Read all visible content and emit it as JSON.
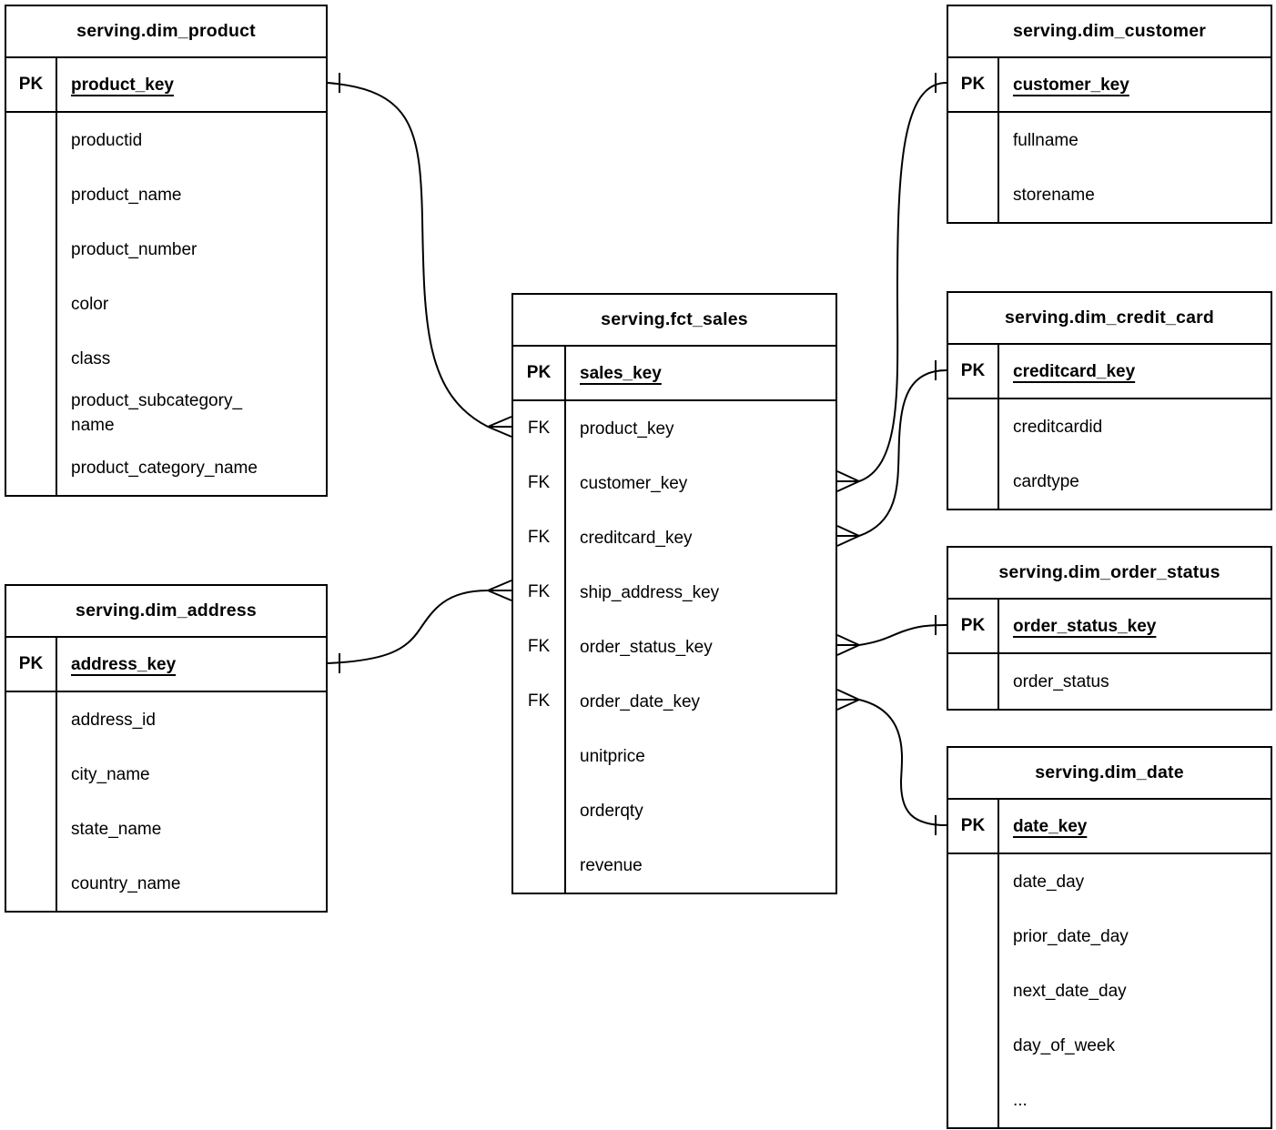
{
  "tables": [
    {
      "id": "dim_product",
      "title": "serving.dim_product",
      "pk_badge": "PK",
      "pk_field": "product_key",
      "fields": [
        {
          "key": "",
          "name": "productid"
        },
        {
          "key": "",
          "name": "product_name"
        },
        {
          "key": "",
          "name": "product_number"
        },
        {
          "key": "",
          "name": "color"
        },
        {
          "key": "",
          "name": "class"
        },
        {
          "key": "",
          "name": "product_subcategory_\nname"
        },
        {
          "key": "",
          "name": "product_category_name"
        }
      ]
    },
    {
      "id": "dim_customer",
      "title": "serving.dim_customer",
      "pk_badge": "PK",
      "pk_field": "customer_key",
      "fields": [
        {
          "key": "",
          "name": "fullname"
        },
        {
          "key": "",
          "name": "storename"
        }
      ]
    },
    {
      "id": "fct_sales",
      "title": "serving.fct_sales",
      "pk_badge": "PK",
      "pk_field": "sales_key",
      "fields": [
        {
          "key": "FK",
          "name": "product_key"
        },
        {
          "key": "FK",
          "name": "customer_key"
        },
        {
          "key": "FK",
          "name": "creditcard_key"
        },
        {
          "key": "FK",
          "name": "ship_address_key"
        },
        {
          "key": "FK",
          "name": "order_status_key"
        },
        {
          "key": "FK",
          "name": "order_date_key"
        },
        {
          "key": "",
          "name": "unitprice"
        },
        {
          "key": "",
          "name": "orderqty"
        },
        {
          "key": "",
          "name": "revenue"
        }
      ]
    },
    {
      "id": "dim_credit_card",
      "title": "serving.dim_credit_card",
      "pk_badge": "PK",
      "pk_field": "creditcard_key",
      "fields": [
        {
          "key": "",
          "name": "creditcardid"
        },
        {
          "key": "",
          "name": "cardtype"
        }
      ]
    },
    {
      "id": "dim_order_status",
      "title": "serving.dim_order_status",
      "pk_badge": "PK",
      "pk_field": "order_status_key",
      "fields": [
        {
          "key": "",
          "name": "order_status"
        }
      ]
    },
    {
      "id": "dim_date",
      "title": "serving.dim_date",
      "pk_badge": "PK",
      "pk_field": "date_key",
      "fields": [
        {
          "key": "",
          "name": "date_day"
        },
        {
          "key": "",
          "name": "prior_date_day"
        },
        {
          "key": "",
          "name": "next_date_day"
        },
        {
          "key": "",
          "name": "day_of_week"
        },
        {
          "key": "",
          "name": "..."
        }
      ]
    },
    {
      "id": "dim_address",
      "title": "serving.dim_address",
      "pk_badge": "PK",
      "pk_field": "address_key",
      "fields": [
        {
          "key": "",
          "name": "address_id"
        },
        {
          "key": "",
          "name": "city_name"
        },
        {
          "key": "",
          "name": "state_name"
        },
        {
          "key": "",
          "name": "country_name"
        }
      ]
    }
  ],
  "relationships": [
    {
      "id": "product_key",
      "from_table": "serving.fct_sales",
      "from_field": "product_key",
      "from_cardinality": "many",
      "to_table": "serving.dim_product",
      "to_field": "product_key",
      "to_cardinality": "one"
    },
    {
      "id": "customer_key",
      "from_table": "serving.fct_sales",
      "from_field": "customer_key",
      "from_cardinality": "many",
      "to_table": "serving.dim_customer",
      "to_field": "customer_key",
      "to_cardinality": "one"
    },
    {
      "id": "creditcard_key",
      "from_table": "serving.fct_sales",
      "from_field": "creditcard_key",
      "from_cardinality": "many",
      "to_table": "serving.dim_credit_card",
      "to_field": "creditcard_key",
      "to_cardinality": "one"
    },
    {
      "id": "ship_address_key",
      "from_table": "serving.fct_sales",
      "from_field": "ship_address_key",
      "from_cardinality": "many",
      "to_table": "serving.dim_address",
      "to_field": "address_key",
      "to_cardinality": "one"
    },
    {
      "id": "order_status_key",
      "from_table": "serving.fct_sales",
      "from_field": "order_status_key",
      "from_cardinality": "many",
      "to_table": "serving.dim_order_status",
      "to_field": "order_status_key",
      "to_cardinality": "one"
    },
    {
      "id": "order_date_key",
      "from_table": "serving.fct_sales",
      "from_field": "order_date_key",
      "from_cardinality": "many",
      "to_table": "serving.dim_date",
      "to_field": "date_key",
      "to_cardinality": "one"
    }
  ],
  "colors": {
    "line": "#000000",
    "text": "#000000",
    "background": "#ffffff"
  }
}
